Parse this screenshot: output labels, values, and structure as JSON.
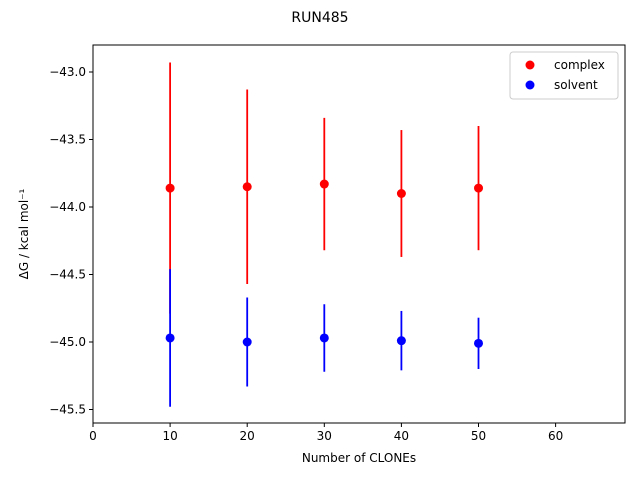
{
  "chart_data": {
    "type": "scatter",
    "title": "RUN485",
    "xlabel": "Number of CLONEs",
    "ylabel": "ΔG / kcal mol⁻¹",
    "xlim": [
      0,
      69
    ],
    "ylim": [
      -45.6,
      -42.8
    ],
    "xticks": [
      0,
      10,
      20,
      30,
      40,
      50,
      60
    ],
    "yticks": [
      -45.5,
      -45.0,
      -44.5,
      -44.0,
      -43.5,
      -43.0
    ],
    "ytick_labels": [
      "−45.5",
      "−45.0",
      "−44.5",
      "−44.0",
      "−43.5",
      "−43.0"
    ],
    "legend_position": "top-right",
    "grid": false,
    "series": [
      {
        "name": "complex",
        "color": "#ff0000",
        "points": [
          {
            "x": 10,
            "y": -43.86,
            "err": 0.93
          },
          {
            "x": 20,
            "y": -43.85,
            "err": 0.72
          },
          {
            "x": 30,
            "y": -43.83,
            "err": 0.49
          },
          {
            "x": 40,
            "y": -43.9,
            "err": 0.47
          },
          {
            "x": 50,
            "y": -43.86,
            "err": 0.46
          }
        ]
      },
      {
        "name": "solvent",
        "color": "#0000ff",
        "points": [
          {
            "x": 10,
            "y": -44.97,
            "err": 0.51
          },
          {
            "x": 20,
            "y": -45.0,
            "err": 0.33
          },
          {
            "x": 30,
            "y": -44.97,
            "err": 0.25
          },
          {
            "x": 40,
            "y": -44.99,
            "err": 0.22
          },
          {
            "x": 50,
            "y": -45.01,
            "err": 0.19
          }
        ]
      }
    ]
  }
}
